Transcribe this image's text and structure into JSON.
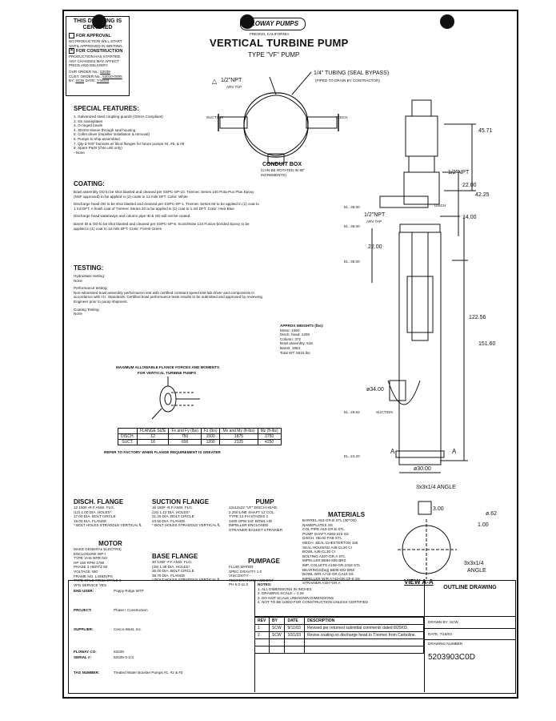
{
  "certificate": {
    "heading": "THIS DRAWING IS CERTIFIED",
    "opt1": "FOR APPROVAL",
    "opt1_note": "NO PRODUCTION WILL START UNTIL APPROVED IN WRITING.",
    "opt2": "FOR CONSTRUCTION",
    "opt2_note": "PRODUCTION HAS STARTED. ANY CHANGES MAY AFFECT PRICE AND DELIVERY.",
    "order_label": "OUR ORDER No.:",
    "order_no": "52039",
    "cust_label": "CUST. ORDER No.:",
    "cust_no": "53010-0005",
    "by_label": "BY:",
    "by": "SCW",
    "date_label": "DATE:",
    "date": "7/16/03",
    "selected": "FOR CONSTRUCTION"
  },
  "header": {
    "logo": "FLOWAY PUMPS",
    "location": "FRESNO, CALIFORNIA",
    "title": "VERTICAL TURBINE PUMP",
    "subtitle": "TYPE \"VF\" PUMP"
  },
  "callouts": {
    "npt_top": "1/2\"NPT",
    "arv_tap": "ARV TAP",
    "tubing": "1/4\" TUBING (SEAL BYPASS)",
    "tubing_note": "(PIPED TO DRAIN BY CONTRACTOR)",
    "suction": "SUCTION",
    "disch": "DISCH.",
    "conduit": "CONDUIT BOX",
    "conduit_note": "(CAN BE ROTATED IN 90° INCREMENTS)",
    "npt_mid": "1/2\"NPT",
    "npt_side": "1/2\"NPT",
    "arv_tap2": "ARV TAP",
    "suction2": "SUCTION",
    "disch2": "DISCH.",
    "view_a": "VIEW A-A",
    "angle1": "3x3x1/4 ANGLE",
    "angle2": "3x3x1/4",
    "angle2b": "ANGLE",
    "a_left": "A",
    "a_right": "A"
  },
  "dimensions": {
    "d1": "45.71",
    "d2": "22.00",
    "d3": "42.25",
    "d4": "14.00",
    "d5": "22.00",
    "d6": "122.56",
    "d7": "151.60",
    "d8": "ø34.00",
    "d9": "ø30.00",
    "d10": "3.00",
    "d11": "ø.62",
    "d12": "1.00",
    "el1": "EL. 38.00",
    "el2": "EL. 36.00",
    "el3": "EL. 35.00",
    "el4": "EL. 26.62",
    "el5": "EL. 24.20"
  },
  "special": {
    "heading": "SPECIAL FEATURES:",
    "items": [
      "1.  Galvanized steel coupling guards (OSHA Compliant)",
      "2.  SS nameplates",
      "3.  O-ringed bowls",
      "4.  304SS sleeve through seal housing",
      "5.  Collet driver (impeller installation & removal)",
      "6.  Pumps to ship assembled",
      "7.  Qty-3 #30\" bonnets w/ blind flanges for future pumps #4, #5, & #6",
      "8.  Spare Parts (One unit only)",
      "     - None"
    ]
  },
  "coating": {
    "heading": "COATING:",
    "p1": "Bowl assembly OD to be shot blasted and cleaned per SSPC-SP-10. Tnemec Series 140 Pota-Pox Plus Epoxy (NSF approved) to be applied in (2) coats to 12 mils DFT. Color: White",
    "p2": "Discharge head OD to be shot blasted and cleaned per SSPC-SP-1. Tnemec Series 66 to be applied in (1) coat to 1 mil DFT. A finish coat of Tnemec Series 20 to be applied in (1) coat to 1 mil DFT. Color: Hwir Blue",
    "p3": "Discharge head waterways and column pipe ID & OD will not be coated.",
    "p4": "Barrel ID & OD to be shot blasted and cleaned per SSPC-SP-5. Scotchkote 134 Fusion-bonded Epoxy to be applied in (1) coat to 12 mils DFT. Color: Forest Green"
  },
  "testing": {
    "heading": "TESTING:",
    "h1": "Hydrostatic testing:",
    "v1": "None",
    "h2": "Performance testing:",
    "v2": "Non-witnessed bowl assembly performance test with certified constant speed test-lab driver and components in accordance with H.I. Standards. Certified bowl performance tests results to be submitted and approved by reviewing Engineer prior to pump shipment.",
    "h3": "Coating Testing:",
    "v3": "None"
  },
  "weights": {
    "heading": "APPROX WEIGHTS (lbs):",
    "rows": [
      "Motor: 1550",
      "Disch. head: 1200",
      "Column: 372",
      "Bowl assembly: 515",
      "Barrel: 1853",
      "Total WT: 5615 lbs."
    ]
  },
  "flange_forces": {
    "heading": "MAXIMUM ALLOWABLE FLANGE FORCES AND MOMENTS",
    "heading2": "FOR VERTICAL TURBINE PUMPS",
    "cols": [
      "FLANGE SIZE",
      "Fx and Fy (lbs)",
      "Fz (lbs)",
      "Mx and My (ft-lbs)",
      "Mz (ft-lbs)"
    ],
    "rows": [
      [
        "DISCH.",
        "12",
        "750",
        "1500",
        "1875",
        "3750"
      ],
      [
        "SUCT.",
        "16",
        "600",
        "1200",
        "2125",
        "4250"
      ]
    ],
    "note": "REFER TO FACTORY WHEN FLANGE REQUIREMENT IS GREATER"
  },
  "disch_flange": {
    "heading": "DISCH. FLANGE",
    "rows": [
      "12  150# -R.F.ANSI. FLG.",
      "(12)  1.00  DIA. HOLES*",
      "17.00  DIA. BOLT CIRCLE",
      "19.00  DIA. FLANGE",
      "* BOLT HOLES STRADDLE VERTICAL ℄"
    ]
  },
  "suction_flange": {
    "heading": "SUCTION FLANGE",
    "rows": [
      "16  150# -R.F.ANSI. FLG.",
      "(16)  1.12  DIA. HOLES*",
      "21.25  DIA. BOLT CIRCLE",
      "23.50  DIA. FLANGE",
      "* BOLT HOLES STRADDLE VERTICAL ℄"
    ]
  },
  "pump": {
    "heading": "PUMP",
    "rows": [
      "12x12x22 \"VF\" DISCH HEAD.",
      "2.250 LINE SHAFT  12  COL.",
      "TYPE  12 FH  STAGES  1",
      "3400  GPM  116'  BOWL HD",
      "IMPELLER  ENCLOSED",
      "STRAINER  BASKET STRAINER"
    ]
  },
  "materials": {
    "heading": "MATERIALS",
    "rows": [
      "BARREL  A53-GR.B STL (30\"OD)",
      "NAMEPLATES  SS",
      "COL PIPE  A53-GR.B STL",
      "PUMP SHAFT  A582-416 SS",
      "DISCH. HEAD  FAB STL",
      "MECH. SEAL  CHESTERTON 155",
      "SEAL HOUSING  A48-CL30 CI",
      "BOWL  A48-CL30 CI",
      "BOLTING  A307-GR.A STL",
      "IMPELLER  B584-836 BRZ",
      "IMP. COLLETS  A108-GR.1018 STL",
      "BEARINGS(brg)  B505-932 BRZ",
      "BOWL W/R  A743-GR.CA15 SS",
      "IMPELLER W/R  A743-GR.CF-8 SS",
      "STRAINER  A307-GR.A"
    ]
  },
  "motor": {
    "heading": "MOTOR",
    "rows": [
      "MAKE  GENERAL ELECTRIC",
      "ENCLOSURE  WP-I",
      "TYPE  VHS  NRR  NO",
      "HP  150  RPM  1780",
      "PHASE  3  HERTZ  60",
      "VOLTAGE  480",
      "FRAME NO.  L4493VPS",
      "TYPE GPLD  #7516 STYLE 6",
      "VFD SERVICE  YES"
    ]
  },
  "base_flange": {
    "heading": "BASE FLANGE",
    "rows": [
      "30  125# -F.F.ANSI. FLG.",
      "(28)  1.38  DIA. HOLES*",
      "36.00  DIA. BOLT CIRCLE",
      "38.75  DIA. FLANGE",
      "* BOLT HOLES STRADDLE VERTICAL ℄"
    ]
  },
  "pumpage": {
    "heading": "PUMPAGE",
    "rows": [
      "FLUID  WATER",
      "SPEC GRAVITY  1.0",
      "VISCOSITY  -",
      "TEMPERATURE  AMBIENT",
      "PH  5.0-11.0"
    ]
  },
  "title_block": {
    "end_user_label": "END USER:",
    "end_user": "Poppy Ridge WTP",
    "project_label": "PROJECT:",
    "project": "Phase I Construction",
    "supplier_label": "SUPPLIER:",
    "supplier": "Cenco-West, Inc.",
    "floway_co_label": "FLOWAY CO:",
    "floway_co": "52039",
    "serial_label": "SERIAL #:",
    "serial": "52039-3-1/3",
    "tag_label": "TAG NUMBER:",
    "tag": "Treated Water Booster Pumps #1, #2 & #3",
    "notes_heading": "NOTES:",
    "notes": [
      "1. ALL DIMENSIONS IN INCHES",
      "2. DRAWING SCALE = 1:28",
      "3. DO NOT SCALE UNKNOWN DIMENSIONS",
      "4. NOT TO BE USED FOR CONSTRUCTION UNLESS CERTIFIED"
    ],
    "rev_cols": [
      "REV",
      "BY",
      "DATE",
      "DESCRIPTION"
    ],
    "revisions": [
      [
        "1",
        "SCW",
        "9/11/03",
        "Revised per returned submittal comments dated 8/29/03."
      ],
      [
        "2",
        "SCW",
        "10/1/03",
        "Revise coating on discharge head to Tnemec from Carboline."
      ]
    ],
    "drawing_type": "OUTLINE DRAWING",
    "drawn_by": "DRAWN BY: SCW",
    "date": "DATE: 7/16/03",
    "drawing_number_label": "DRAWING NUMBER",
    "drawing_number": "5203903C0D"
  }
}
